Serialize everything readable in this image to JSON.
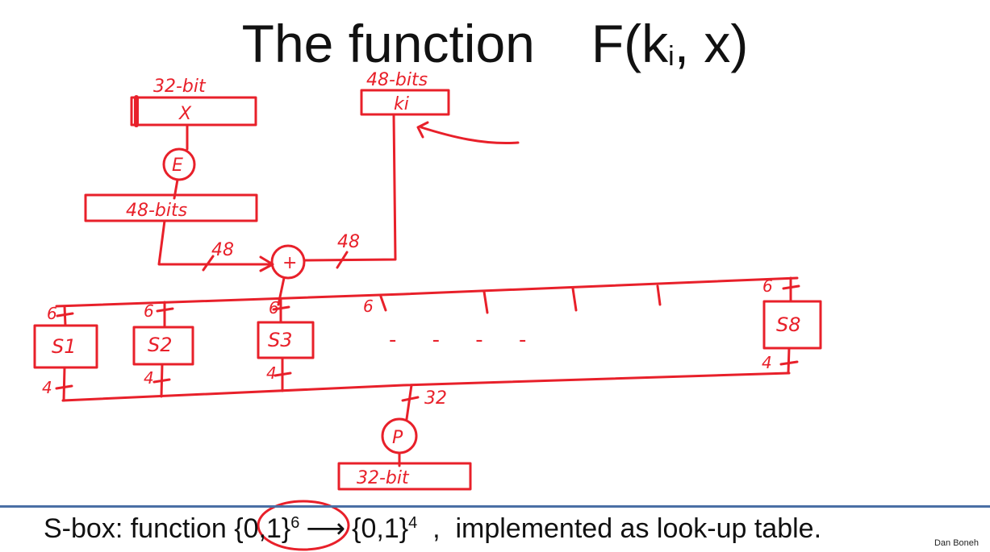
{
  "title": {
    "prefix": "The function",
    "fn_name": "F(k",
    "fn_sub": "i",
    "fn_rest": ", x)"
  },
  "diagram": {
    "x_size_label": "32-bit",
    "x_box_label": "X",
    "expansion_label": "E",
    "expanded_label": "48-bits",
    "key_size_label": "48-bits",
    "key_box_label": "ki",
    "wire_left_label": "48",
    "wire_right_label": "48",
    "xor_symbol": "+",
    "sbox_in_label": "6",
    "sbox_out_label": "4",
    "sboxes": [
      "S1",
      "S2",
      "S3",
      "S8"
    ],
    "ellipsis": "- - - -",
    "output_wire_label": "32",
    "permutation_label": "P",
    "output_box_label": "32-bit",
    "color": "#e8202a"
  },
  "footer": {
    "prefix": "S-box:  function ",
    "domain": "{0,1}",
    "domain_exp": "6",
    "arrow": "⟶",
    "codomain": "{0,1}",
    "codomain_exp": "4",
    "suffix": "  ,  implemented as look-up table."
  },
  "credit": "Dan Boneh"
}
